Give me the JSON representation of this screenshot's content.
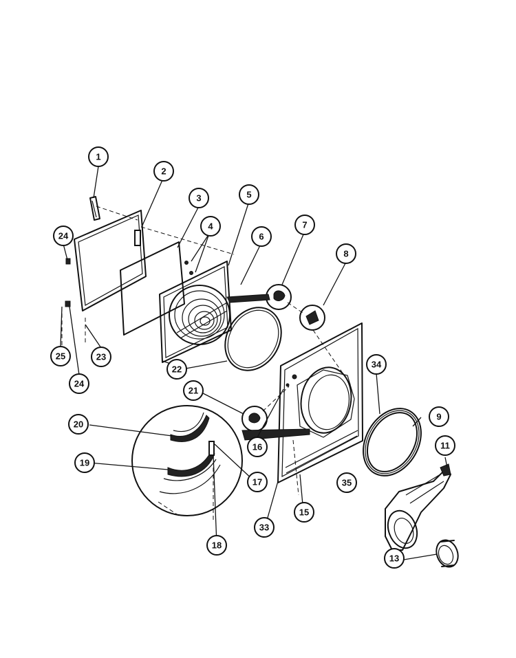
{
  "callouts": [
    {
      "id": "c1",
      "label": "1"
    },
    {
      "id": "c2",
      "label": "2"
    },
    {
      "id": "c3",
      "label": "3"
    },
    {
      "id": "c4",
      "label": "4"
    },
    {
      "id": "c5",
      "label": "5"
    },
    {
      "id": "c6",
      "label": "6"
    },
    {
      "id": "c7",
      "label": "7"
    },
    {
      "id": "c8",
      "label": "8"
    },
    {
      "id": "c24a",
      "label": "24"
    },
    {
      "id": "c24b",
      "label": "24"
    },
    {
      "id": "c25",
      "label": "25"
    },
    {
      "id": "c23",
      "label": "23"
    },
    {
      "id": "c22",
      "label": "22"
    },
    {
      "id": "c34",
      "label": "34"
    },
    {
      "id": "c9",
      "label": "9"
    },
    {
      "id": "c11",
      "label": "11"
    },
    {
      "id": "c21",
      "label": "21"
    },
    {
      "id": "c20",
      "label": "20"
    },
    {
      "id": "c19",
      "label": "19"
    },
    {
      "id": "c16",
      "label": "16"
    },
    {
      "id": "c17",
      "label": "17"
    },
    {
      "id": "c35",
      "label": "35"
    },
    {
      "id": "c15",
      "label": "15"
    },
    {
      "id": "c33",
      "label": "33"
    },
    {
      "id": "c18",
      "label": "18"
    },
    {
      "id": "c13",
      "label": "13"
    }
  ]
}
